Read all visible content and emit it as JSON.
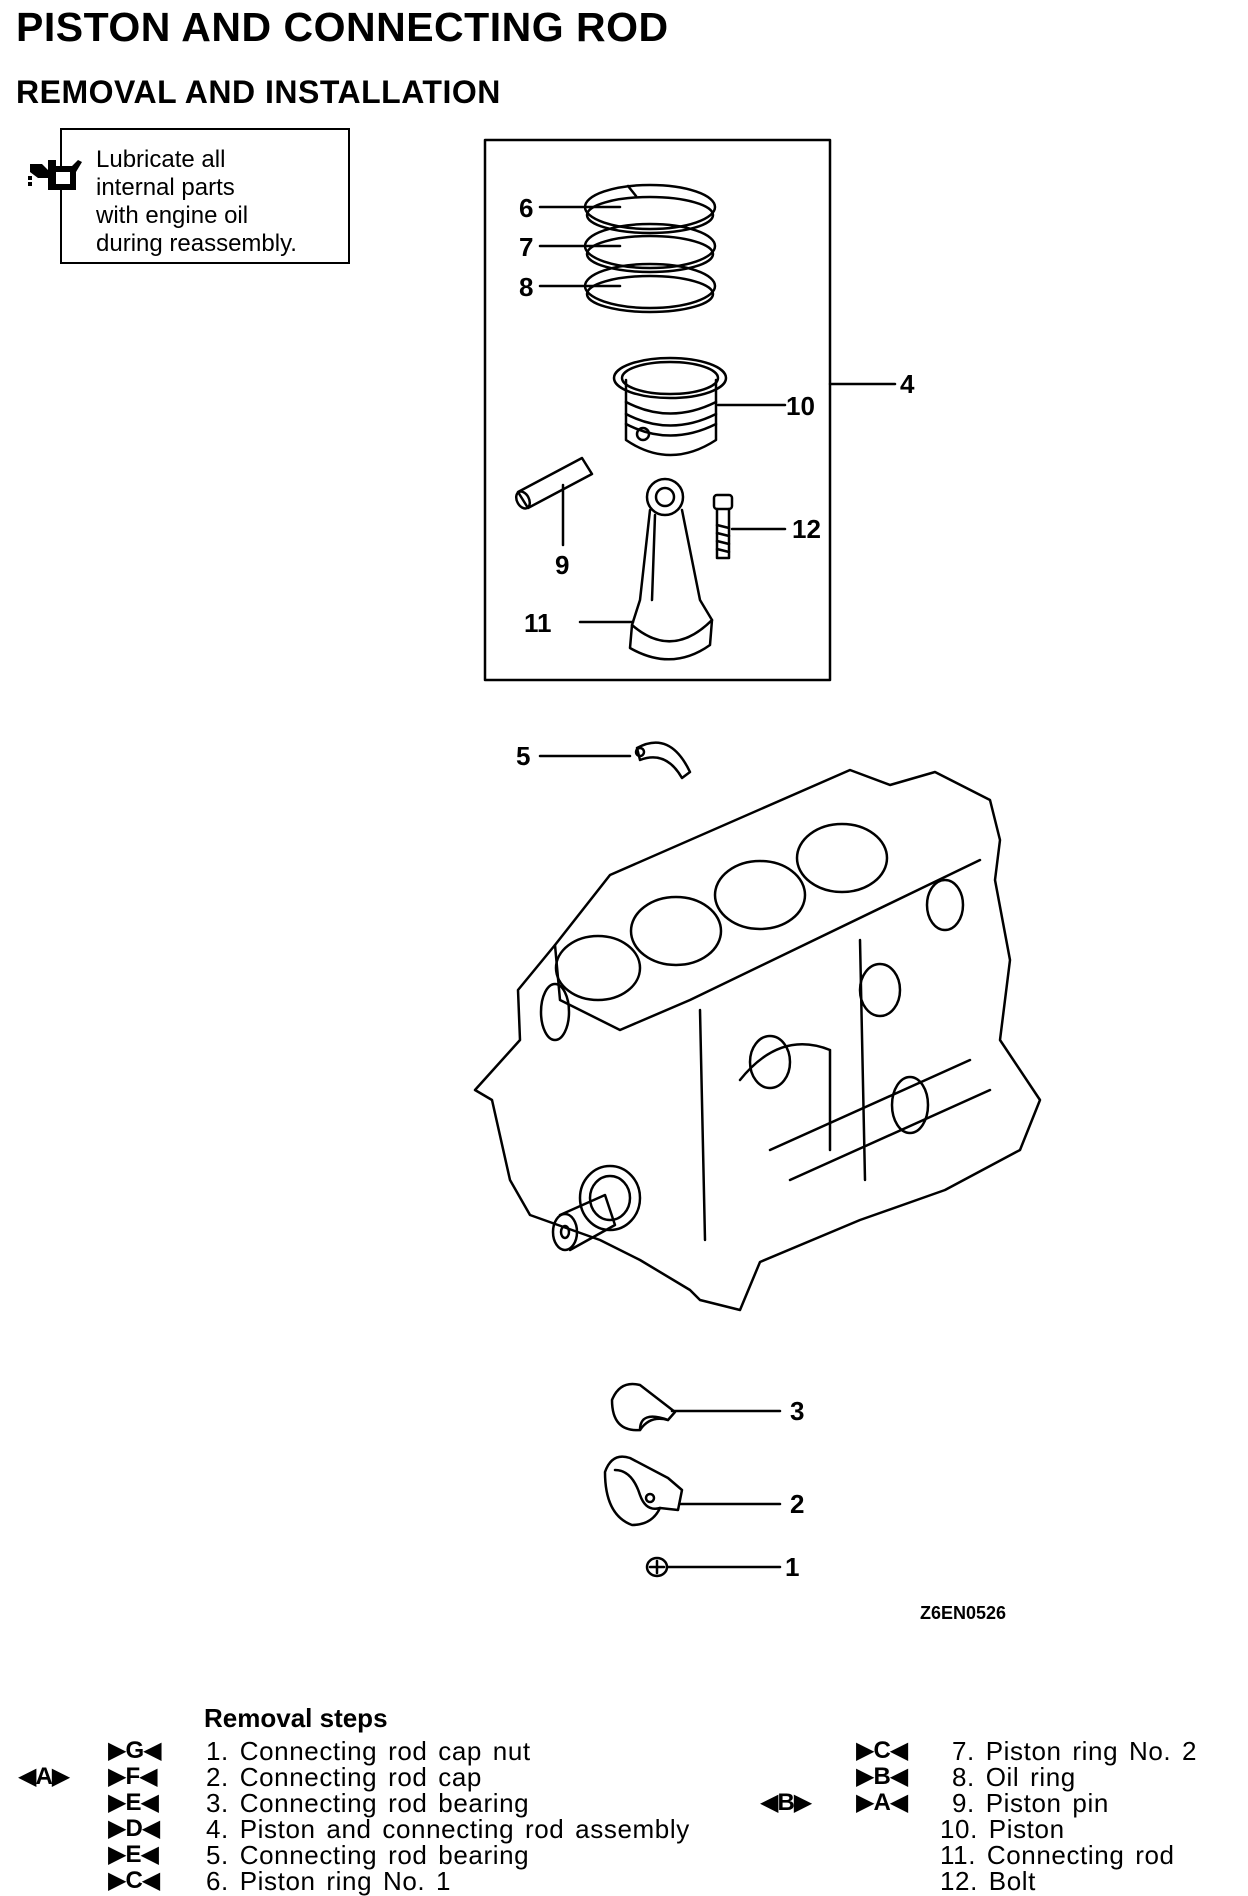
{
  "header": {
    "title": "PISTON AND CONNECTING ROD",
    "subtitle": "REMOVAL AND INSTALLATION"
  },
  "note": {
    "icon": "oil-can-icon",
    "text": "Lubricate all\ninternal parts\nwith engine oil\nduring reassembly."
  },
  "figure": {
    "code": "Z6EN0526",
    "callouts": [
      "6",
      "7",
      "8",
      "10",
      "4",
      "12",
      "9",
      "11",
      "5",
      "3",
      "2",
      "1"
    ]
  },
  "steps": {
    "heading": "Removal steps",
    "items": [
      {
        "text": "1. Connecting rod cap nut",
        "mark": "▶G◀",
        "extra": ""
      },
      {
        "text": "2. Connecting rod cap",
        "mark": "▶F◀",
        "extra": "◀A▶"
      },
      {
        "text": "3. Connecting rod bearing",
        "mark": "▶E◀",
        "extra": ""
      },
      {
        "text": "4. Piston and connecting rod assembly",
        "mark": "▶D◀",
        "extra": ""
      },
      {
        "text": "5. Connecting rod bearing",
        "mark": "▶E◀",
        "extra": ""
      },
      {
        "text": "6. Piston ring No. 1",
        "mark": "▶C◀",
        "extra": ""
      },
      {
        "text": "7. Piston ring No. 2",
        "mark": "▶C◀",
        "extra": ""
      },
      {
        "text": "8. Oil ring",
        "mark": "▶B◀",
        "extra": ""
      },
      {
        "text": "9. Piston pin",
        "mark": "▶A◀",
        "extra": "◀B▶"
      },
      {
        "text": "10. Piston",
        "mark": "",
        "extra": ""
      },
      {
        "text": "11. Connecting rod",
        "mark": "",
        "extra": ""
      },
      {
        "text": "12. Bolt",
        "mark": "",
        "extra": ""
      }
    ]
  }
}
